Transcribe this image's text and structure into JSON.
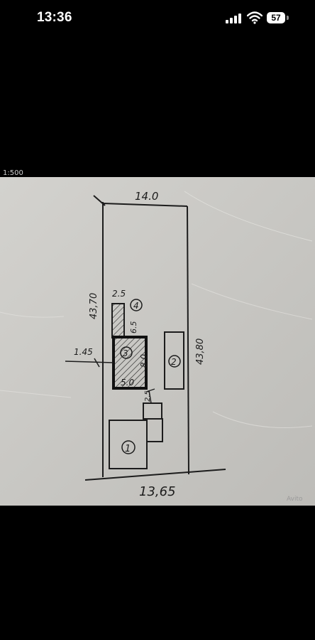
{
  "status_bar": {
    "time": "13:36",
    "battery": "57",
    "icons": [
      "signal-bars-icon",
      "wifi-icon",
      "battery-icon"
    ]
  },
  "photo": {
    "scale_fragment": "1:500",
    "watermark": "Avito",
    "dimensions": {
      "top_width": "14.0",
      "bottom_width": "13,65",
      "left_length": "43,70",
      "right_length": "43,80",
      "offset_left": "1.45",
      "annex_width": "2.5",
      "annex_length": "6.5",
      "house_length": "8.0",
      "house_width": "5.0",
      "house_gap": "2.5"
    },
    "building_numbers": [
      "1",
      "2",
      "3",
      "4"
    ]
  },
  "colors": {
    "background": "#000000",
    "paper": "#c9c8c4",
    "ink": "#1c1c1c"
  }
}
